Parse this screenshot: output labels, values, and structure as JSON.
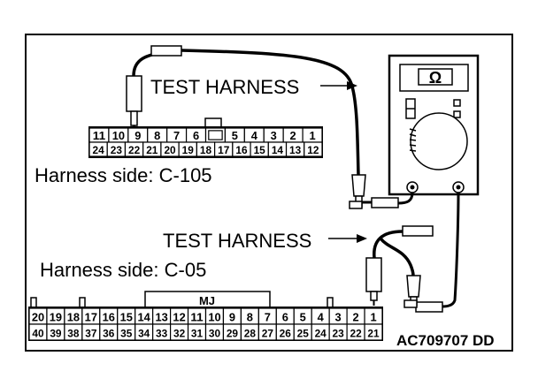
{
  "labels": {
    "test_harness_upper": "TEST HARNESS",
    "test_harness_lower": "TEST HARNESS",
    "harness_side_upper": "Harness side: C-105",
    "harness_side_lower": "Harness side: C-05",
    "mj": "MJ",
    "meter_symbol": "Ω",
    "figure_code": "AC709707 DD"
  },
  "connector_c105": {
    "top_row": [
      "11",
      "10",
      "9",
      "8",
      "7",
      "6",
      "",
      "5",
      "4",
      "3",
      "2",
      "1"
    ],
    "bottom_row": [
      "24",
      "23",
      "22",
      "21",
      "20",
      "19",
      "18",
      "17",
      "16",
      "15",
      "14",
      "13",
      "12"
    ]
  },
  "connector_c05": {
    "top_row": [
      "20",
      "19",
      "18",
      "17",
      "16",
      "15",
      "14",
      "13",
      "12",
      "11",
      "10",
      "9",
      "8",
      "7",
      "6",
      "5",
      "4",
      "3",
      "2",
      "1"
    ],
    "bottom_row": [
      "40",
      "39",
      "38",
      "37",
      "36",
      "35",
      "34",
      "33",
      "32",
      "31",
      "30",
      "29",
      "28",
      "27",
      "26",
      "25",
      "24",
      "23",
      "22",
      "21"
    ]
  }
}
